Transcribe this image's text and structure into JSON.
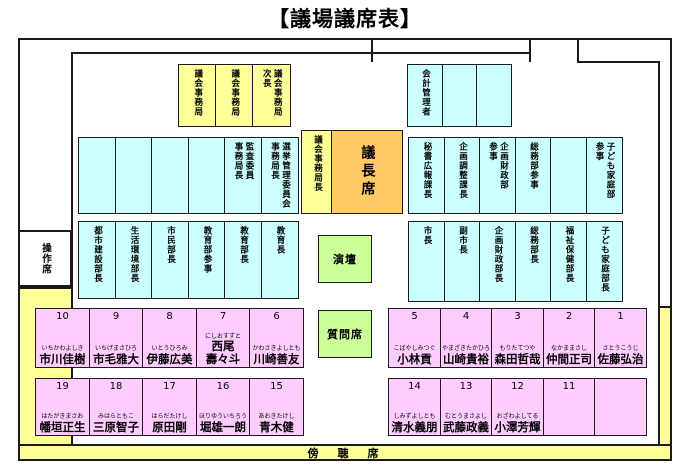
{
  "title": "【議場議席表】",
  "labels": {
    "operator_seat": "操作席",
    "audience_seat": "傍　聴　席",
    "podium": "演壇",
    "question_seat": "質問席",
    "chair_seat": "議長席",
    "clerk_chief": "議会事務局長"
  },
  "colors": {
    "wall": "#1a1a1a",
    "seat-yellow": "#ffff99",
    "seat-cyan": "#ccffff",
    "seat-pink": "#ffccff",
    "seat-orange": "#ffc966",
    "seat-green": "#ccff99"
  },
  "staff_top_left": [
    "議会事務局",
    "議会事務局",
    "議会事務局\n次長"
  ],
  "staff_top_right": [
    "会計管理者",
    "",
    ""
  ],
  "staff_row2_left": [
    "",
    "",
    "",
    "",
    "監査委員\n事務局長",
    "選挙管理委員会\n事務局長"
  ],
  "staff_row2_right": [
    "秘書広報課長",
    "企画調整課長",
    "企画財政部\n参事",
    "総務部参事",
    "",
    "子ども家庭部\n参事"
  ],
  "staff_row3_left": [
    "都市建設部長",
    "生活環境部長",
    "市民部長",
    "教育部参事",
    "教育部長",
    "教育長"
  ],
  "staff_row3_right": [
    "市長",
    "副市長",
    "企画財政部長",
    "総務部長",
    "福祉保健部長",
    "子ども家庭部長"
  ],
  "members_front_left": [
    {
      "no": "10",
      "kana": "いちかわよしき",
      "name": "市川佳樹"
    },
    {
      "no": "9",
      "kana": "いちげまさひろ",
      "name": "市毛雅大"
    },
    {
      "no": "8",
      "kana": "いとうひろみ",
      "name": "伊藤広美"
    },
    {
      "no": "7",
      "kana": "にしおすずと",
      "name": "西尾\n壽々斗"
    },
    {
      "no": "6",
      "kana": "かわさきよしとも",
      "name": "川崎善友"
    }
  ],
  "members_front_right": [
    {
      "no": "5",
      "kana": "こばやしみつぐ",
      "name": "小林貢"
    },
    {
      "no": "4",
      "kana": "やまざきたかひろ",
      "name": "山崎貴裕"
    },
    {
      "no": "3",
      "kana": "もりたてつや",
      "name": "森田哲哉"
    },
    {
      "no": "2",
      "kana": "なかままさし",
      "name": "仲間正司"
    },
    {
      "no": "1",
      "kana": "さとうこうじ",
      "name": "佐藤弘治"
    }
  ],
  "members_back_left": [
    {
      "no": "19",
      "kana": "はたがきまさお",
      "name": "幡垣正生"
    },
    {
      "no": "18",
      "kana": "みはらともこ",
      "name": "三原智子"
    },
    {
      "no": "17",
      "kana": "はらだたけし",
      "name": "原田剛"
    },
    {
      "no": "16",
      "kana": "ほりゆういちろう",
      "name": "堀雄一朗"
    },
    {
      "no": "15",
      "kana": "あおきたけし",
      "name": "青木健"
    }
  ],
  "members_back_right": [
    {
      "no": "14",
      "kana": "しみずよしとも",
      "name": "清水義朋"
    },
    {
      "no": "13",
      "kana": "むとうまさよし",
      "name": "武藤政義"
    },
    {
      "no": "12",
      "kana": "おざわよしてる",
      "name": "小澤芳輝"
    },
    {
      "no": "11",
      "kana": "",
      "name": ""
    },
    {
      "no": "",
      "kana": "",
      "name": ""
    }
  ]
}
